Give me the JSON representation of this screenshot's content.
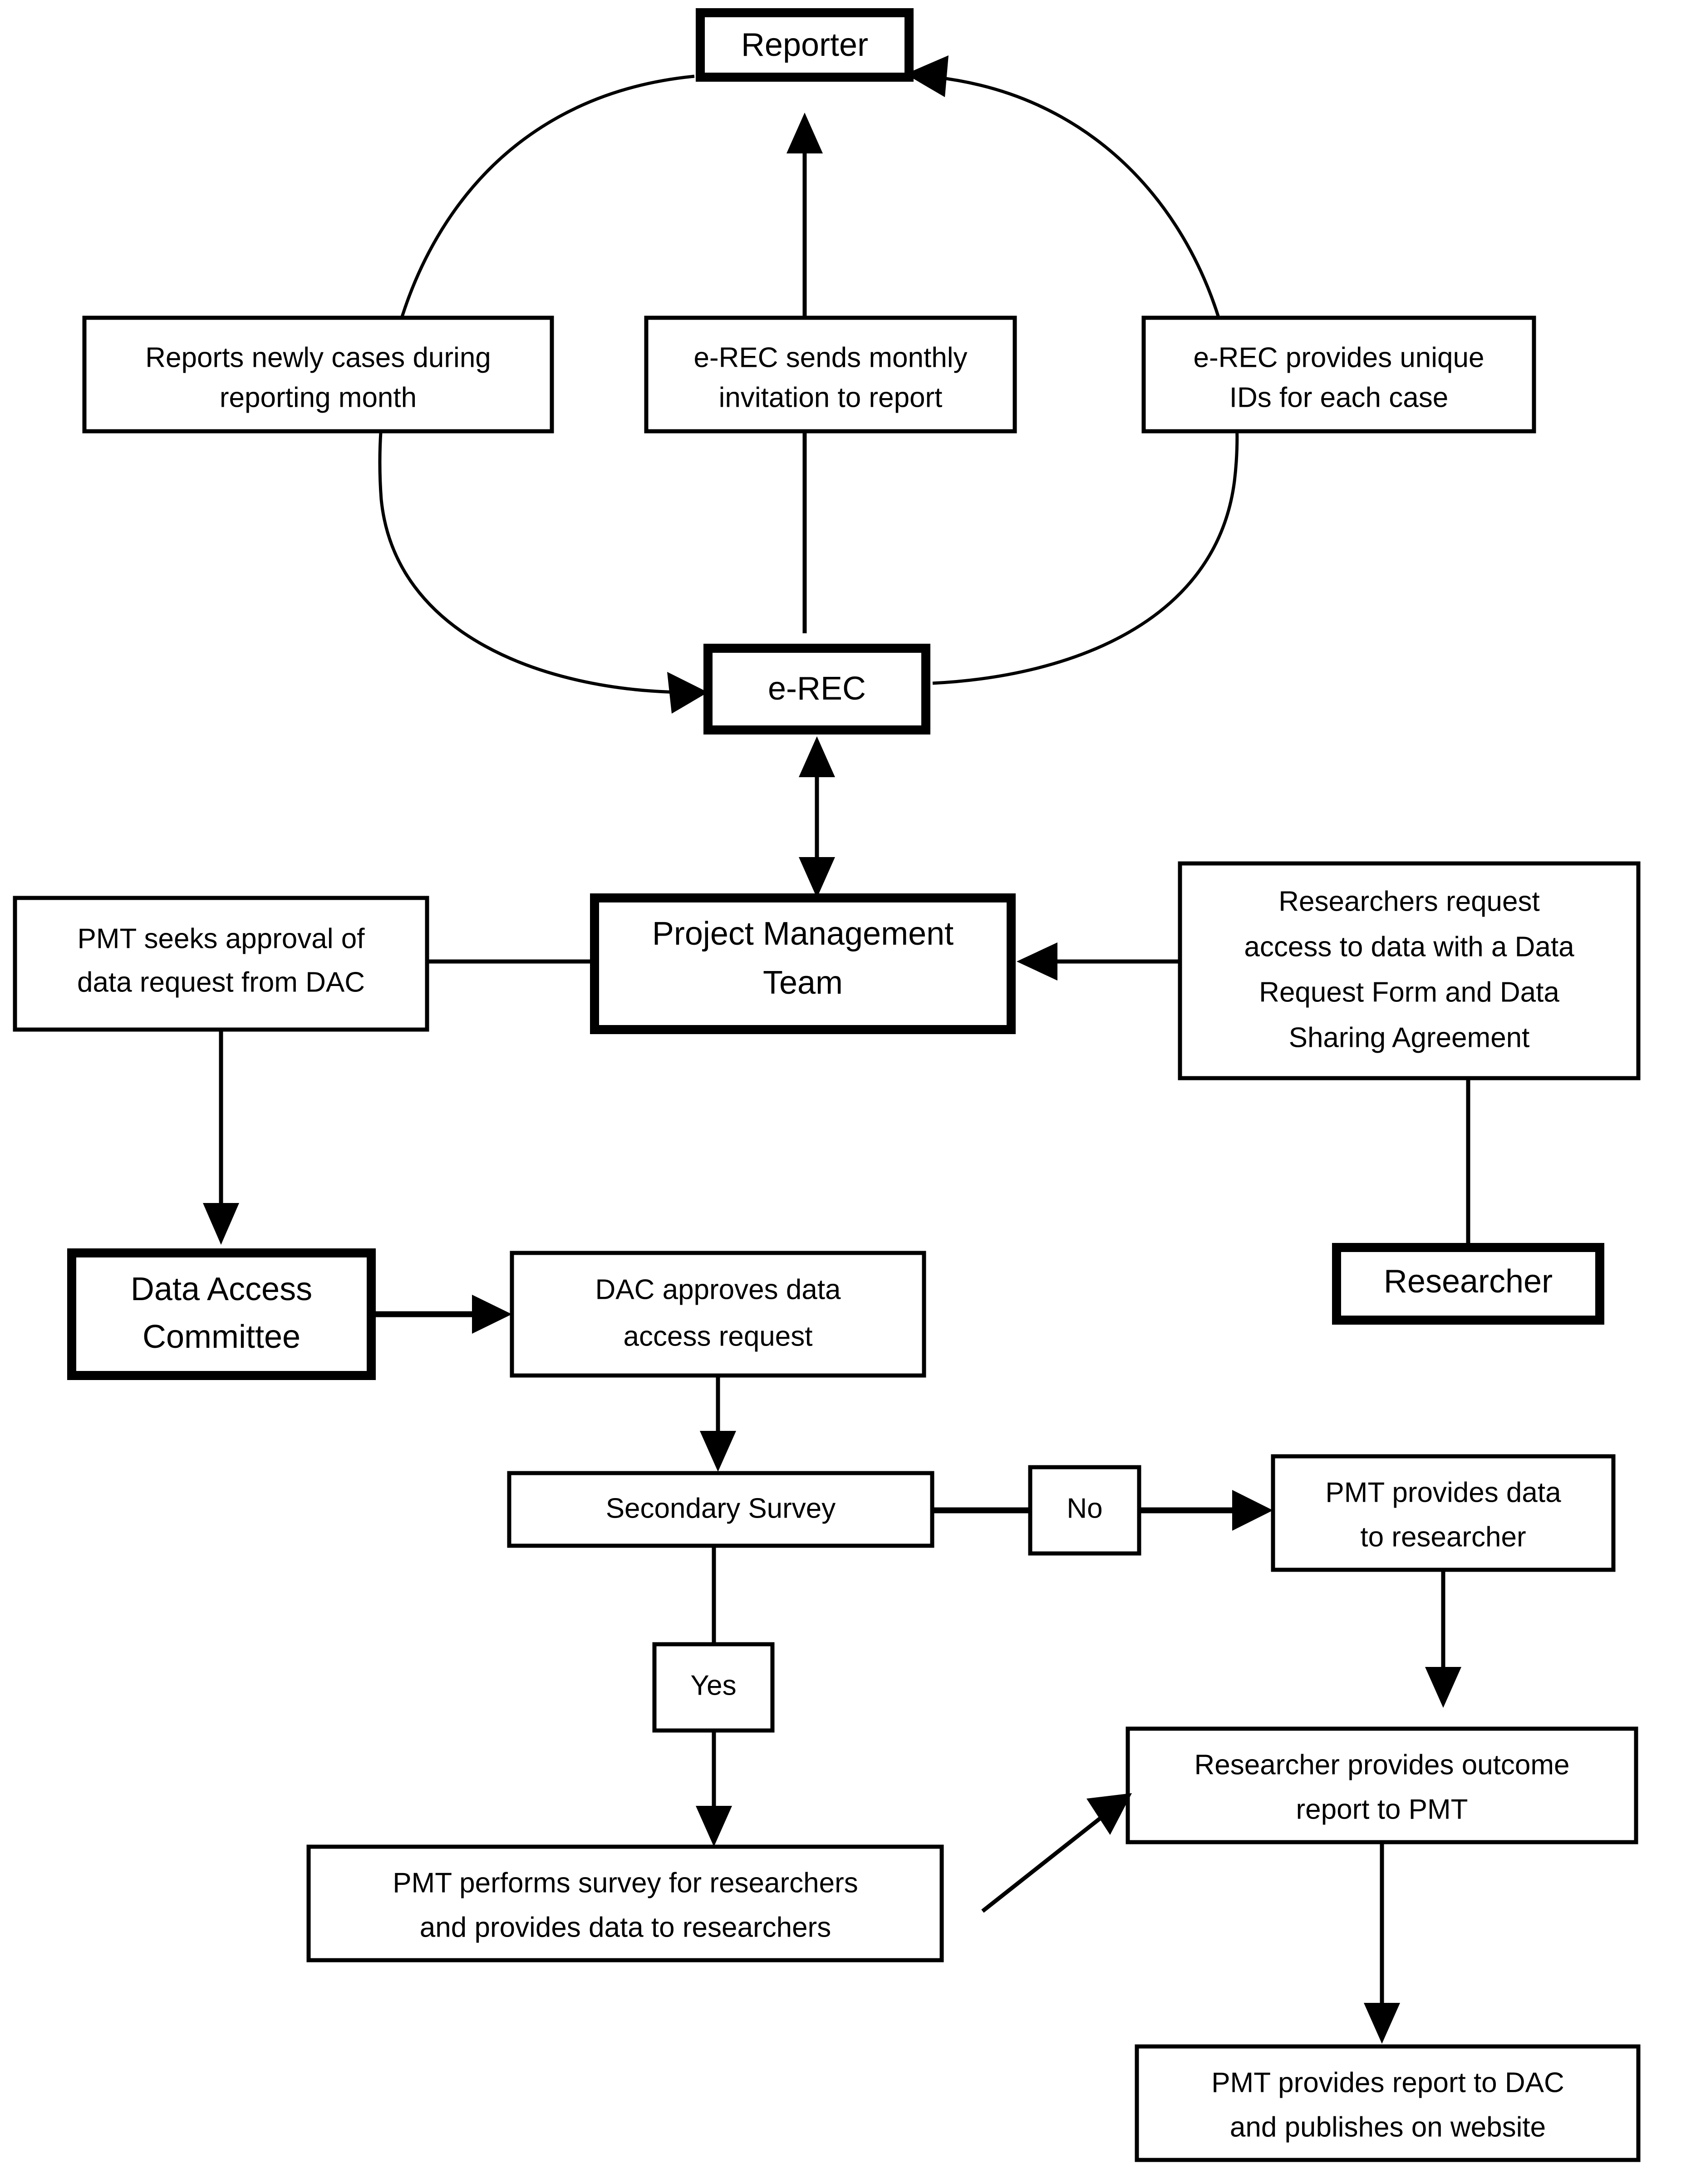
{
  "diagram": {
    "title": "e-REC data flow and data access process flowchart",
    "background_color": "#ffffff",
    "line_color": "#000000",
    "nodes": {
      "reporter": {
        "label": "Reporter",
        "border": "thick"
      },
      "reports_cases": {
        "line1": "Reports newly cases during",
        "line2": "reporting month",
        "border": "thin"
      },
      "erec_invitation": {
        "line1": "e-REC sends monthly",
        "line2": "invitation to report",
        "border": "thin"
      },
      "erec_unique_ids": {
        "line1": "e-REC provides unique",
        "line2": "IDs for each case",
        "border": "thin"
      },
      "erec": {
        "label": "e-REC",
        "border": "thick"
      },
      "pmt_seeks_approval": {
        "line1": "PMT seeks approval of",
        "line2": "data request from DAC",
        "border": "thin"
      },
      "project_management_team": {
        "line1": "Project Management",
        "line2": "Team",
        "border": "thick"
      },
      "researchers_request": {
        "line1": "Researchers request",
        "line2": "access to data with a Data",
        "line3": "Request Form and Data",
        "line4": "Sharing Agreement",
        "border": "thin"
      },
      "data_access_committee": {
        "line1": "Data Access",
        "line2": "Committee",
        "border": "thick"
      },
      "dac_approves": {
        "line1": "DAC approves data",
        "line2": "access request",
        "border": "thin"
      },
      "researcher": {
        "label": "Researcher",
        "border": "thick"
      },
      "secondary_survey": {
        "label": "Secondary Survey",
        "border": "thin"
      },
      "decision_no": {
        "label": "No",
        "border": "thin"
      },
      "decision_yes": {
        "label": "Yes",
        "border": "thin"
      },
      "pmt_provides_data": {
        "line1": "PMT provides data",
        "line2": "to researcher",
        "border": "thin"
      },
      "pmt_performs_survey": {
        "line1": "PMT performs survey for researchers",
        "line2": "and provides data to researchers",
        "border": "thin"
      },
      "researcher_outcome_report": {
        "line1": "Researcher provides outcome",
        "line2": "report to PMT",
        "border": "thin"
      },
      "pmt_report_dac": {
        "line1": "PMT provides report to DAC",
        "line2": "and publishes on website",
        "border": "thin"
      }
    },
    "edges": [
      {
        "name": "reporter-to-erec-arc",
        "from": "reporter",
        "to": "erec",
        "style": "curved-arc-left",
        "arrow": "end"
      },
      {
        "name": "erec-to-reporter-arc",
        "from": "erec",
        "to": "reporter",
        "style": "curved-arc-right",
        "arrow": "end"
      },
      {
        "name": "erec-invitation-to-reporter",
        "from": "erec_invitation",
        "to": "reporter",
        "style": "straight-vertical",
        "arrow": "end"
      },
      {
        "name": "erec-invitation-to-erec",
        "from": "erec_invitation",
        "to": "erec",
        "style": "straight-vertical",
        "arrow": "none"
      },
      {
        "name": "erec-to-pmt",
        "from": "erec",
        "to": "project_management_team",
        "style": "straight-vertical",
        "arrow": "both"
      },
      {
        "name": "pmt-to-pmt-seeks-approval",
        "from": "project_management_team",
        "to": "pmt_seeks_approval",
        "style": "straight-horizontal",
        "arrow": "none"
      },
      {
        "name": "researchers-request-to-pmt",
        "from": "researchers_request",
        "to": "project_management_team",
        "style": "straight-horizontal",
        "arrow": "end"
      },
      {
        "name": "researchers-request-to-researcher",
        "from": "researchers_request",
        "to": "researcher",
        "style": "straight-vertical",
        "arrow": "none"
      },
      {
        "name": "pmt-seeks-approval-to-dac",
        "from": "pmt_seeks_approval",
        "to": "data_access_committee",
        "style": "straight-vertical",
        "arrow": "end"
      },
      {
        "name": "dac-to-dac-approves",
        "from": "data_access_committee",
        "to": "dac_approves",
        "style": "straight-horizontal",
        "arrow": "end"
      },
      {
        "name": "dac-approves-to-secondary-survey",
        "from": "dac_approves",
        "to": "secondary_survey",
        "style": "straight-vertical",
        "arrow": "end"
      },
      {
        "name": "secondary-survey-no-branch",
        "from": "secondary_survey",
        "to": "pmt_provides_data",
        "label": "No",
        "style": "straight-horizontal",
        "arrow": "end"
      },
      {
        "name": "secondary-survey-yes-branch",
        "from": "secondary_survey",
        "to": "pmt_performs_survey",
        "label": "Yes",
        "style": "straight-vertical",
        "arrow": "end"
      },
      {
        "name": "pmt-provides-data-to-outcome-report",
        "from": "pmt_provides_data",
        "to": "researcher_outcome_report",
        "style": "straight-vertical",
        "arrow": "end"
      },
      {
        "name": "pmt-performs-survey-to-outcome-report",
        "from": "pmt_performs_survey",
        "to": "researcher_outcome_report",
        "style": "diagonal",
        "arrow": "end"
      },
      {
        "name": "outcome-report-to-pmt-report-dac",
        "from": "researcher_outcome_report",
        "to": "pmt_report_dac",
        "style": "straight-vertical",
        "arrow": "end"
      }
    ]
  }
}
